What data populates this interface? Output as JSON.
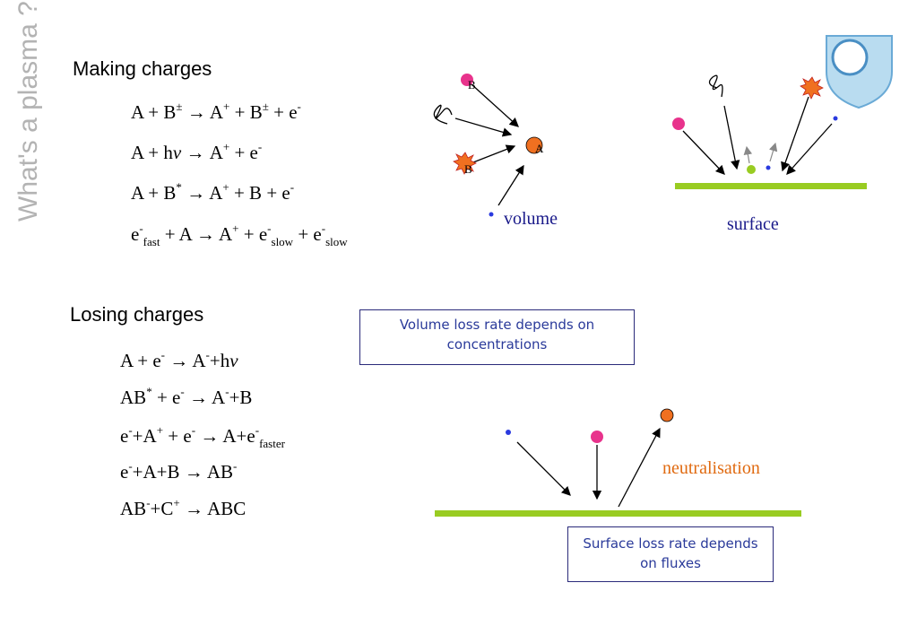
{
  "sidebar": {
    "title": "What's a plasma ?"
  },
  "making": {
    "heading": "Making charges",
    "equations": [
      "A + B± → A+ + B± + e-",
      "A + hν → A+ + e-",
      "A + B* → A+ + B + e-",
      "e-fast + A → A+ + e-slow + e-slow"
    ]
  },
  "losing": {
    "heading": "Losing charges",
    "equations": [
      "A + e- → A- + hν",
      "AB* + e- → A- + B",
      "e- + A+ + e- → A + e-faster",
      "e- + A + B → AB-",
      "AB- + C+ → ABC"
    ]
  },
  "diagrams": {
    "volume_label": "volume",
    "surface_label": "surface",
    "neutralisation_label": "neutralisation",
    "particle_A": "A",
    "particle_B": "B",
    "particle_B_excited": "B"
  },
  "notes": {
    "volume_loss": "Volume loss rate depends on concentrations",
    "surface_loss": "Surface loss rate depends on fluxes"
  },
  "colors": {
    "magenta": "#e8338c",
    "orange": "#f07020",
    "electron": "#2a3adf",
    "surface": "#99cc22",
    "note_text": "#2a3a9a",
    "label_blue": "#1a1a8a",
    "label_orange": "#e06a10"
  }
}
